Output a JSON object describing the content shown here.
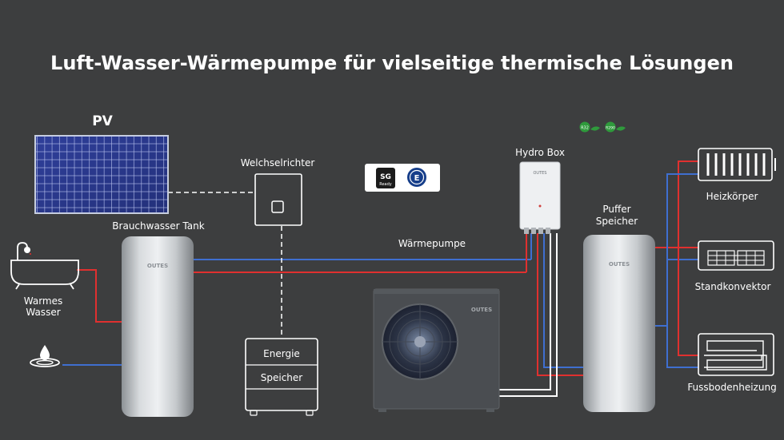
{
  "title": "Luft-Wasser-Wärmepumpe für vielseitige thermische Lösungen",
  "labels": {
    "pv": "PV",
    "inverter": "Welchselrichter",
    "dhw_tank": "Brauchwasser Tank",
    "warm_water_1": "Warmes",
    "warm_water_2": "Wasser",
    "heat_pump": "Wärmepumpe",
    "hydro_box": "Hydro Box",
    "buffer_1": "Puffer",
    "buffer_2": "Speicher",
    "radiator": "Heizkörper",
    "convector": "Standkonvektor",
    "floor_heating": "Fussbodenheizung",
    "storage_1": "Energie",
    "storage_2": "Speicher"
  },
  "brand": "OUTES",
  "badges": {
    "sg_line1": "SG",
    "sg_line2": "Ready",
    "refrigerant_1": "R32",
    "refrigerant_2": "R290"
  },
  "colors": {
    "background": "#3d3e3f",
    "hot_line": "#e0302f",
    "cold_line": "#3f6fd0",
    "signal_line": "#ffffff",
    "eco_green": "#2f9a3c"
  },
  "icons": [
    "bathtub-icon",
    "water-tap-icon",
    "solar-panel-icon",
    "radiator-icon",
    "convector-icon",
    "floor-heating-icon",
    "fan-icon",
    "leaf-icon"
  ]
}
